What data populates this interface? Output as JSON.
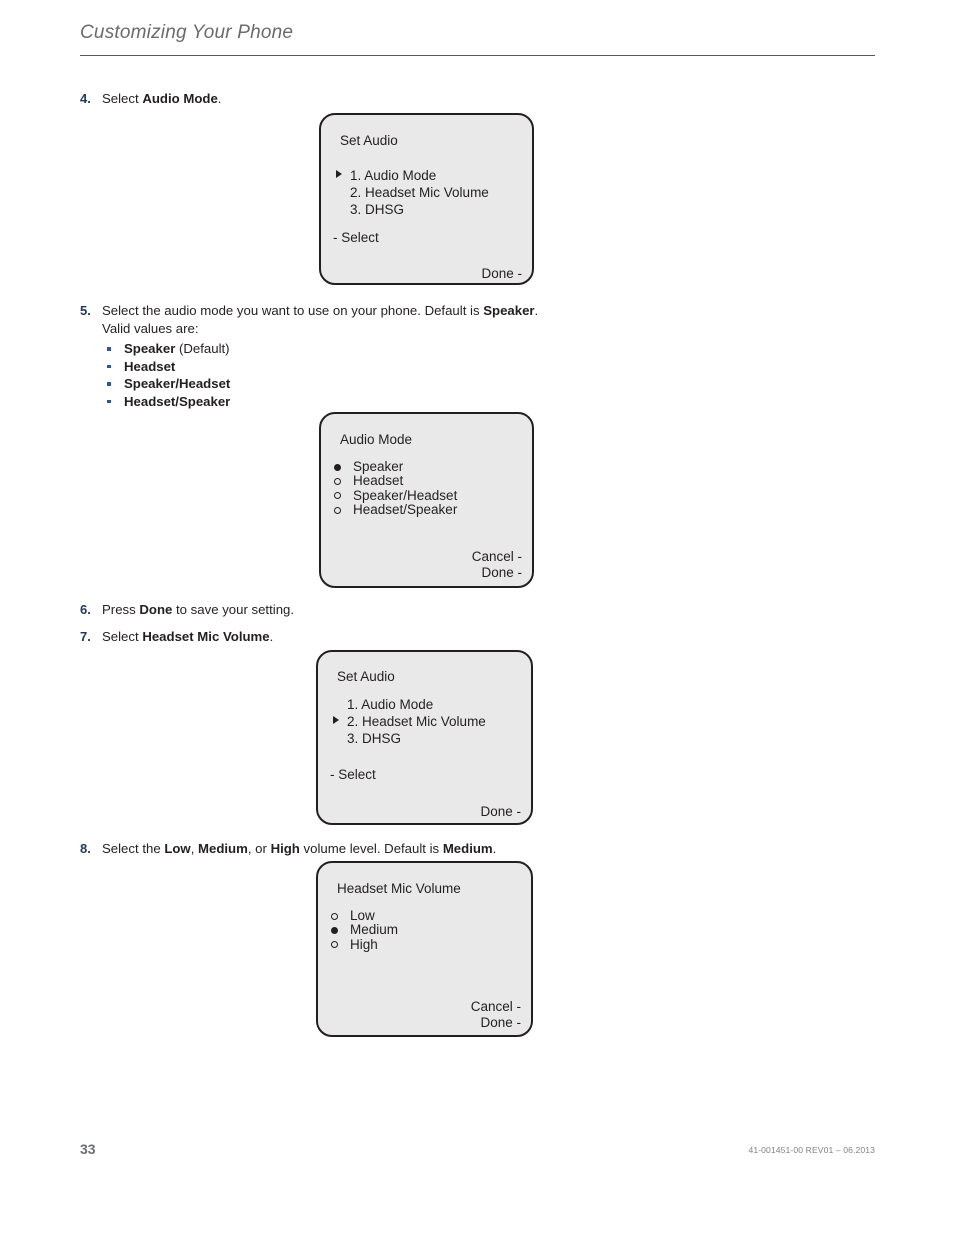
{
  "header": {
    "title": "Customizing Your Phone"
  },
  "steps": {
    "s4": {
      "num": "4.",
      "pre": "Select ",
      "bold": "Audio Mode",
      "post": "."
    },
    "s5": {
      "num": "5.",
      "line1_pre": "Select the audio mode you want to use on your phone. Default is ",
      "line1_bold": "Speaker",
      "line1_post": ".",
      "line2": "Valid values are:",
      "values": [
        {
          "bold": "Speaker",
          "plain": " (Default)"
        },
        {
          "bold": "Headset",
          "plain": ""
        },
        {
          "bold": "Speaker/Headset",
          "plain": ""
        },
        {
          "bold": "Headset/Speaker",
          "plain": ""
        }
      ]
    },
    "s6": {
      "num": "6.",
      "pre": "Press ",
      "bold": "Done",
      "post": " to save your setting."
    },
    "s7": {
      "num": "7.",
      "pre": "Select ",
      "bold": "Headset Mic Volume",
      "post": "."
    },
    "s8": {
      "num": "8.",
      "p1": "Select the ",
      "b1": "Low",
      "p2": ", ",
      "b2": "Medium",
      "p3": ", or ",
      "b3": "High",
      "p4": " volume level. Default is ",
      "b4": "Medium",
      "p5": "."
    }
  },
  "screens": {
    "set_audio_1": {
      "title": "Set Audio",
      "items": [
        {
          "label": "1. Audio Mode",
          "selected": true
        },
        {
          "label": "2. Headset Mic Volume",
          "selected": false
        },
        {
          "label": "3. DHSG",
          "selected": false
        }
      ],
      "softkey_left": "- Select",
      "softkey_right": [
        "Done -"
      ]
    },
    "audio_mode": {
      "title": "Audio Mode",
      "options": [
        {
          "label": "Speaker",
          "selected": true
        },
        {
          "label": "Headset",
          "selected": false
        },
        {
          "label": "Speaker/Headset",
          "selected": false
        },
        {
          "label": "Headset/Speaker",
          "selected": false
        }
      ],
      "softkey_right": [
        "Cancel -",
        "Done -"
      ]
    },
    "set_audio_2": {
      "title": "Set Audio",
      "items": [
        {
          "label": "1. Audio Mode",
          "selected": false
        },
        {
          "label": "2. Headset Mic Volume",
          "selected": true
        },
        {
          "label": "3. DHSG",
          "selected": false
        }
      ],
      "softkey_left": "- Select",
      "softkey_right": [
        "Done -"
      ]
    },
    "headset_mic_volume": {
      "title": "Headset Mic Volume",
      "options": [
        {
          "label": "Low",
          "selected": false
        },
        {
          "label": "Medium",
          "selected": true
        },
        {
          "label": "High",
          "selected": false
        }
      ],
      "softkey_right": [
        "Cancel -",
        "Done -"
      ]
    }
  },
  "footer": {
    "page_number": "33",
    "doc_id": "41-001451-00 REV01 – 06.2013"
  }
}
